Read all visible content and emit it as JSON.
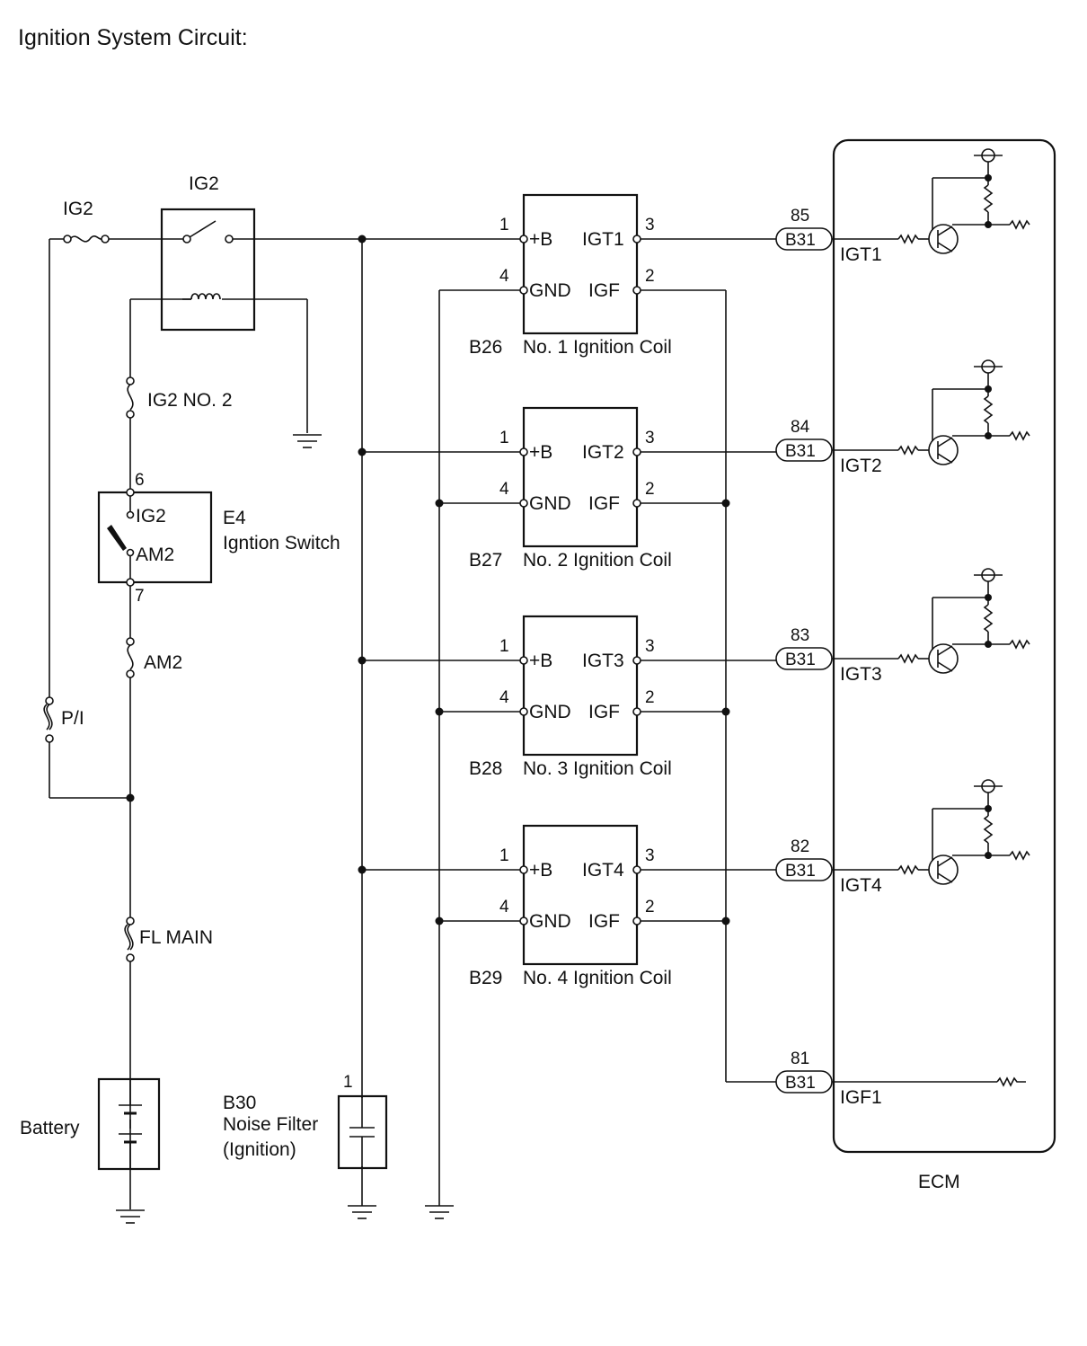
{
  "title": "Ignition System Circuit:",
  "labels": {
    "ig2_fuse": "IG2",
    "ig2_relay": "IG2",
    "ig2_no2_fuse": "IG2 NO. 2",
    "switch_pin_top": "6",
    "switch_pin_bottom": "7",
    "switch_term_ig2": "IG2",
    "switch_term_am2": "AM2",
    "switch_code": "E4",
    "switch_name": "Igntion Switch",
    "am2_fuse": "AM2",
    "pi_fuse": "P/I",
    "fl_main_fuse": "FL MAIN",
    "battery": "Battery",
    "noise_filter_pin": "1",
    "noise_filter_code": "B30",
    "noise_filter_name": "Noise Filter",
    "noise_filter_sub": "(Ignition)",
    "ecm": "ECM"
  },
  "coils": [
    {
      "code": "B26",
      "name": "No. 1 Ignition Coil",
      "pin_b": "1",
      "pin_gnd": "4",
      "pin_igt": "3",
      "pin_igf": "2",
      "term_b": "+B",
      "term_gnd": "GND",
      "term_igt": "IGT1",
      "term_igf": "IGF"
    },
    {
      "code": "B27",
      "name": "No. 2 Ignition Coil",
      "pin_b": "1",
      "pin_gnd": "4",
      "pin_igt": "3",
      "pin_igf": "2",
      "term_b": "+B",
      "term_gnd": "GND",
      "term_igt": "IGT2",
      "term_igf": "IGF"
    },
    {
      "code": "B28",
      "name": "No. 3 Ignition Coil",
      "pin_b": "1",
      "pin_gnd": "4",
      "pin_igt": "3",
      "pin_igf": "2",
      "term_b": "+B",
      "term_gnd": "GND",
      "term_igt": "IGT3",
      "term_igf": "IGF"
    },
    {
      "code": "B29",
      "name": "No. 4 Ignition Coil",
      "pin_b": "1",
      "pin_gnd": "4",
      "pin_igt": "3",
      "pin_igf": "2",
      "term_b": "+B",
      "term_gnd": "GND",
      "term_igt": "IGT4",
      "term_igf": "IGF"
    }
  ],
  "ecm_connectors": [
    {
      "pin": "85",
      "code": "B31",
      "signal": "IGT1"
    },
    {
      "pin": "84",
      "code": "B31",
      "signal": "IGT2"
    },
    {
      "pin": "83",
      "code": "B31",
      "signal": "IGT3"
    },
    {
      "pin": "82",
      "code": "B31",
      "signal": "IGT4"
    },
    {
      "pin": "81",
      "code": "B31",
      "signal": "IGF1"
    }
  ]
}
